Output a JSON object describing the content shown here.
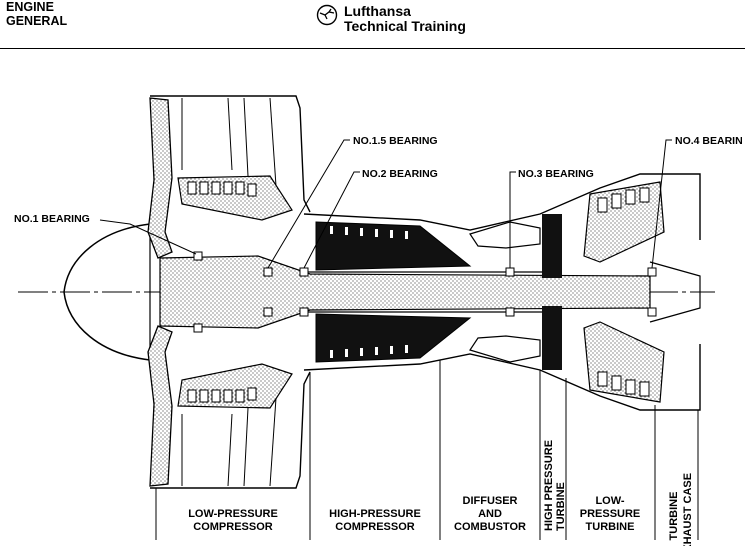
{
  "header": {
    "line1": "ENGINE",
    "line2": "GENERAL",
    "brand_line1": "Lufthansa",
    "brand_line2": "Technical Training"
  },
  "bearings": {
    "no1": "NO.1 BEARING",
    "no15": "NO.1.5 BEARING",
    "no2": "NO.2 BEARING",
    "no3": "NO.3 BEARING",
    "no4": "NO.4 BEARIN"
  },
  "sections": {
    "lpc_1": "LOW-PRESSURE",
    "lpc_2": "COMPRESSOR",
    "hpc_1": "HIGH-PRESSURE",
    "hpc_2": "COMPRESSOR",
    "diff_1": "DIFFUSER",
    "diff_2": "AND",
    "diff_3": "COMBUSTOR",
    "hpt_1": "HIGH PRESSURE",
    "hpt_2": "TURBINE",
    "lpt_1": "LOW-",
    "lpt_2": "PRESSURE",
    "lpt_3": "TURBINE",
    "tec_1": "TURBINE",
    "tec_2": "EXHAUST CASE"
  }
}
